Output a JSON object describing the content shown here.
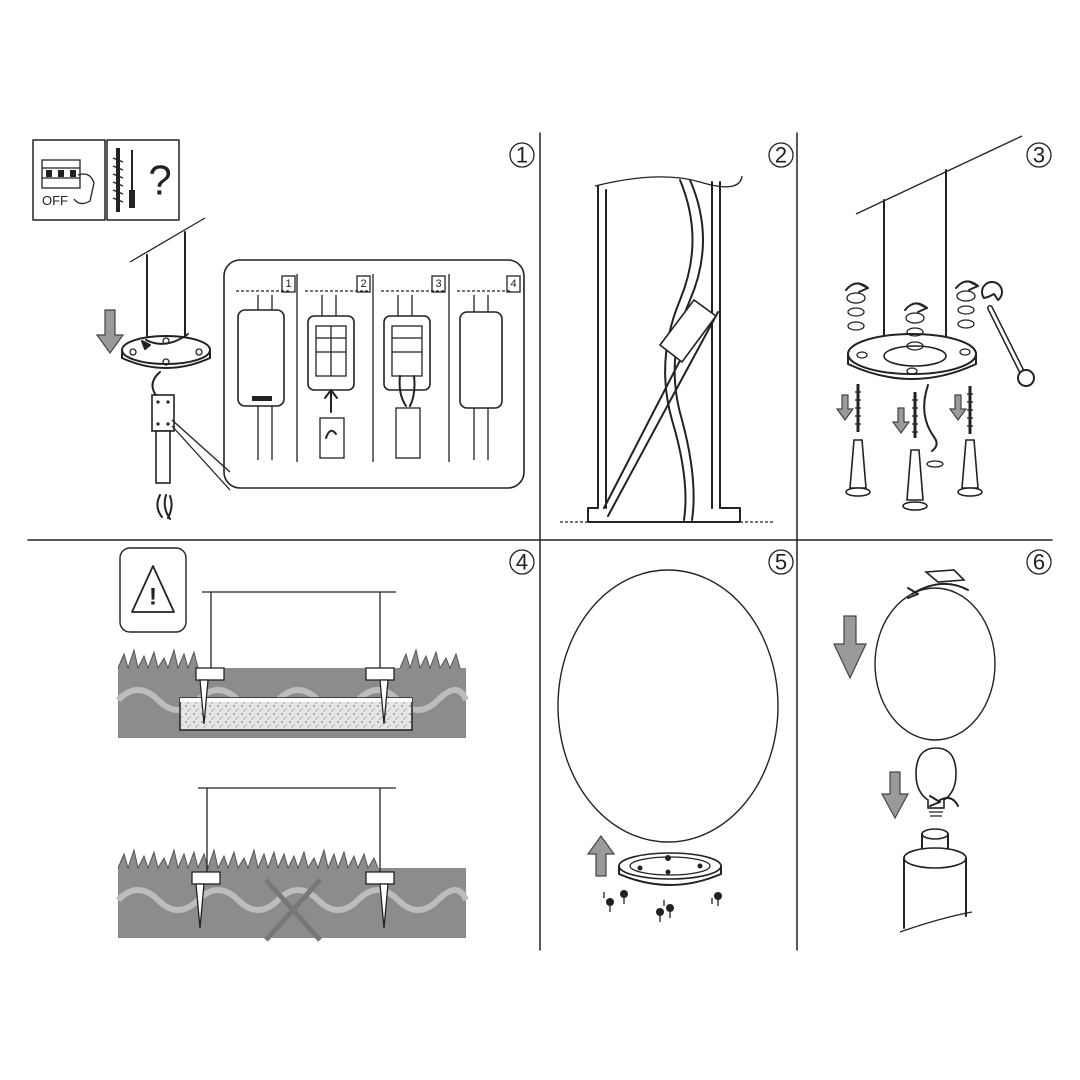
{
  "steps": [
    "1",
    "2",
    "3",
    "4",
    "5",
    "6"
  ],
  "wiring_substeps": [
    "1",
    "2",
    "3",
    "4"
  ],
  "power_label": "OFF",
  "question_mark": "?",
  "warning_mark": "!",
  "icons": {
    "breaker": "breaker-switch-icon",
    "screw": "screw-icon",
    "warning": "warning-triangle-icon",
    "rotate": "rotate-arrow-icon",
    "down": "down-arrow-icon",
    "up": "up-arrow-icon",
    "wrench": "wrench-icon",
    "forbidden": "cross-mark-icon"
  },
  "colors": {
    "line": "#222222",
    "arrow_grey": "#9a9a9a",
    "grass": "#8c8c8c",
    "concrete": "#d8d8d8"
  }
}
